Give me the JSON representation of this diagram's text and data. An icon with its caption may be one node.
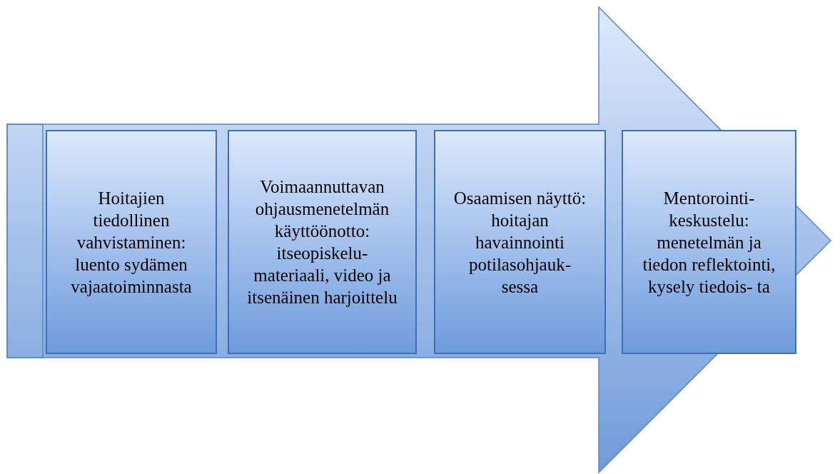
{
  "diagram": {
    "nodes": [
      {
        "text": [],
        "shape": "arrow"
      },
      {
        "text": [
          "Hoitajien tiedollinen vahvistaminen: luento sydämen vajaatoiminnasta"
        ],
        "in": 0
      },
      {
        "text": [
          "Voimaannuttavan ohjausmenetelmän käyttöönotto: itseopiskelu- materiaali, video ja itsenäinen harjoittelu"
        ],
        "in": 0
      },
      {
        "text": [
          "Osaamisen näyttö: hoitajan havainnointi potilasohjauk- sessa"
        ],
        "in": 0
      },
      {
        "text": [
          "Mentorointi- keskustelu: menetelmän ja tiedon reflektointi, kysely tiedois- ta"
        ],
        "in": 0
      }
    ]
  }
}
